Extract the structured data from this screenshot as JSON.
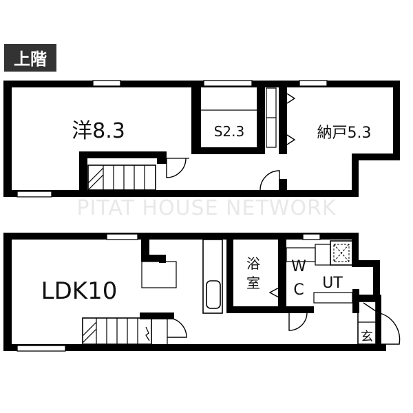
{
  "floor_badge": "上階",
  "watermark": "PITAT HOUSE NETWORK",
  "upper_rooms": {
    "western": "洋8.3",
    "storage": "S2.3",
    "closet": "納戸5.3"
  },
  "lower_rooms": {
    "ldk": "LDK10",
    "bath_line1": "浴",
    "bath_line2": "室",
    "wc_line1": "W",
    "wc_line2": "C",
    "ut": "UT",
    "entrance": "玄"
  }
}
